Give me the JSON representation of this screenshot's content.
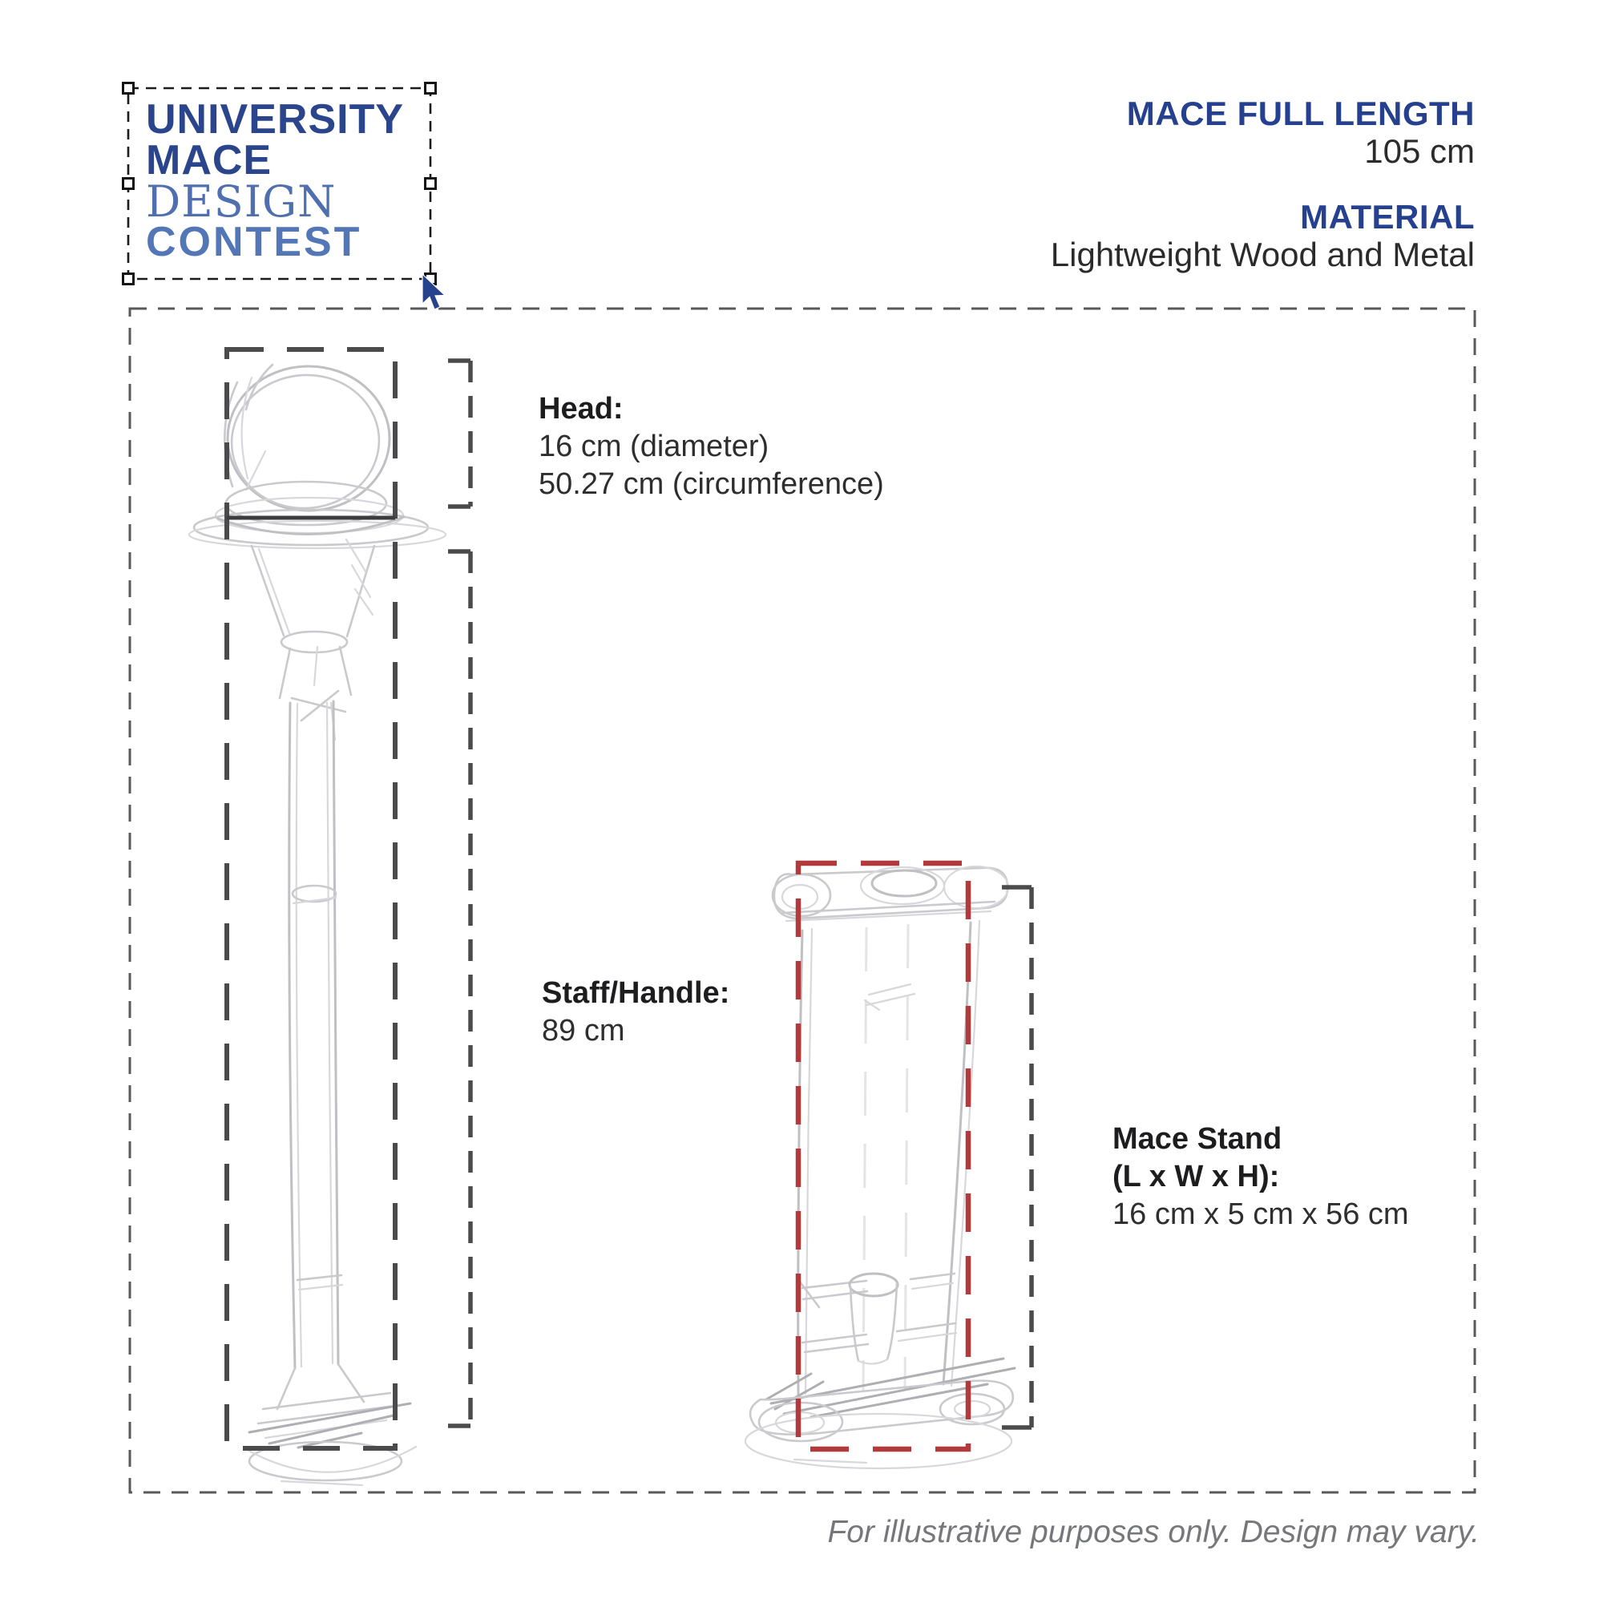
{
  "logo": {
    "line1": "UNIVERSITY",
    "line2": "MACE",
    "line3": "DESIGN",
    "line4": "CONTEST"
  },
  "specs": {
    "full_length_label": "MACE FULL LENGTH",
    "full_length_value": "105 cm",
    "material_label": "MATERIAL",
    "material_value": "Lightweight Wood and Metal"
  },
  "annotations": {
    "head": {
      "title": "Head:",
      "line1": "16 cm (diameter)",
      "line2": "50.27 cm (circumference)"
    },
    "staff": {
      "title": "Staff/Handle:",
      "value": "89 cm"
    },
    "stand": {
      "title_line1": "Mace Stand",
      "title_line2": "(L x W x H):",
      "value": "16 cm x 5 cm x 56 cm"
    }
  },
  "footer": {
    "disclaimer": "For illustrative purposes only. Design may vary."
  },
  "colors": {
    "logo_navy": "#2b458c",
    "logo_blue": "#5376b6",
    "heading_navy": "#24408f",
    "body_text": "#2b2b2c",
    "footer_gray": "#76777a",
    "outer_border_gray": "#58595b",
    "measure_gray": "#4b4b4d",
    "measure_red": "#b23a3c",
    "sketch_gray": "#c9c9ce",
    "cursor_blue": "#27428c"
  }
}
